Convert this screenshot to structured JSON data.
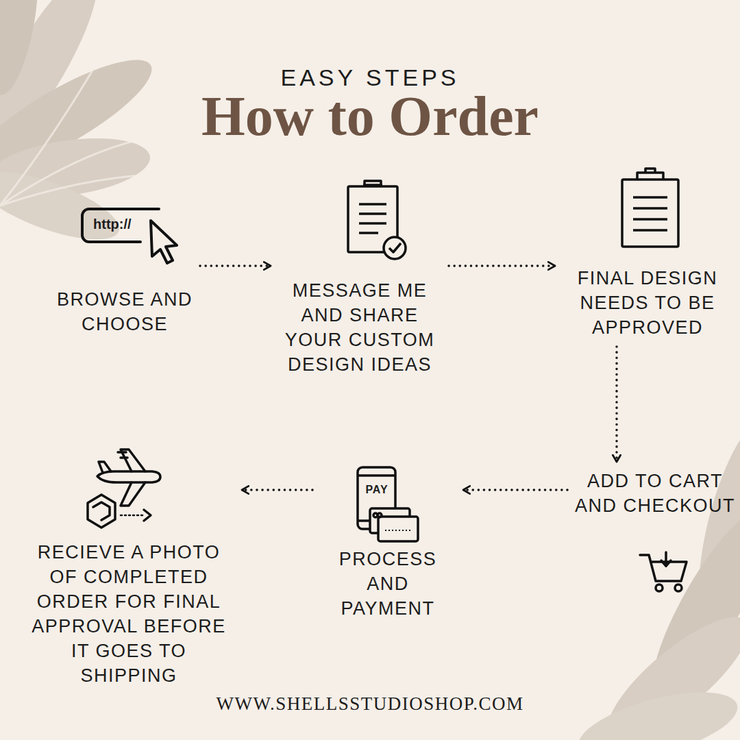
{
  "diagram": {
    "title": "How to Order",
    "nodes": [
      {
        "text": [
          "BROWSE AND CHOOSE"
        ]
      },
      {
        "text": [
          "MESSAGE ME AND SHARE YOUR CUSTOM DESIGN IDEAS"
        ]
      },
      {
        "text": [
          "FINAL DESIGN NEEDS TO BE APPROVED"
        ]
      },
      {
        "text": [
          "ADD TO CART AND CHECKOUT"
        ]
      },
      {
        "text": [
          "PROCESS AND PAYMENT"
        ]
      },
      {
        "text": [
          "RECIEVE A PHOTO OF COMPLETED ORDER FOR FINAL APPROVAL BEFORE IT GOES TO SHIPPING"
        ]
      }
    ],
    "edges": [
      {
        "from": 0,
        "to": 1,
        "arrow": "to"
      },
      {
        "from": 1,
        "to": 2,
        "arrow": "to"
      },
      {
        "from": 2,
        "to": 3,
        "arrow": "to"
      },
      {
        "from": 3,
        "to": 4,
        "arrow": "to"
      },
      {
        "from": 4,
        "to": 5,
        "arrow": "to"
      }
    ],
    "labels": [
      "EASY STEPS",
      "http://",
      "PAY",
      "WWW.SHELLSSTUDIOSHOP.COM"
    ]
  }
}
